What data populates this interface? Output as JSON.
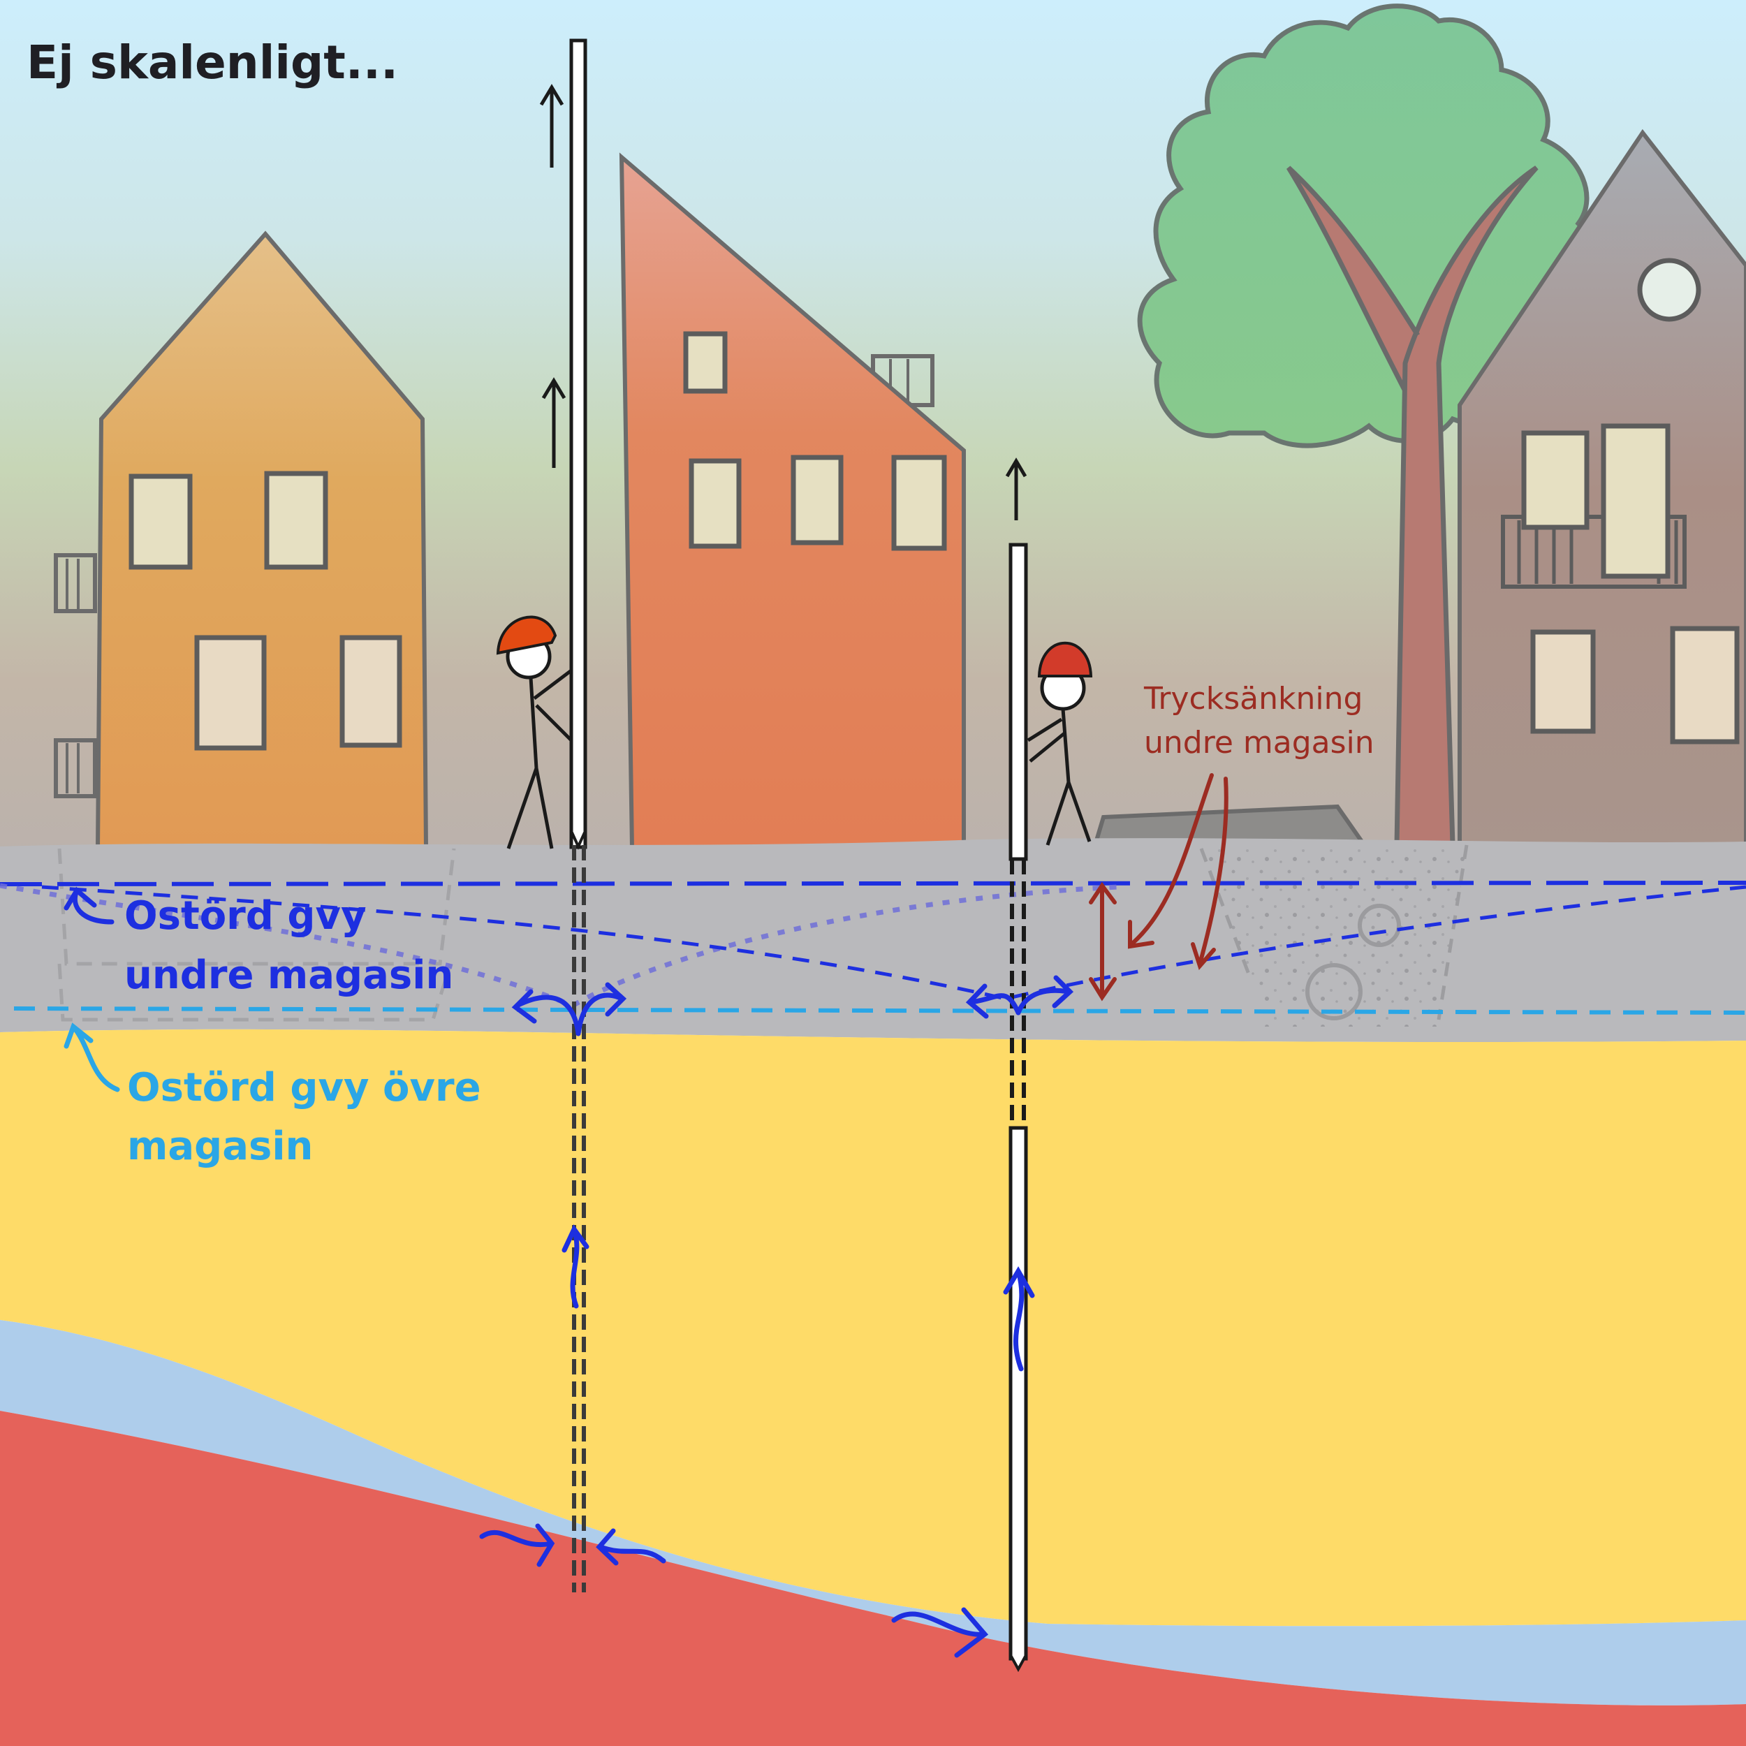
{
  "title": "Ej skalenligt...",
  "labels": {
    "lower_gw_line1": "Ostörd gvy",
    "lower_gw_line2": "undre magasin",
    "upper_gw_line1": "Ostörd gvy övre",
    "upper_gw_line2": "magasin",
    "pressure_line1": "Trycksänkning",
    "pressure_line2": "undre magasin"
  },
  "colors": {
    "sky_top": "#cdeefc",
    "sky_mid": "#c9d9b9",
    "haze": "#b8b2ab",
    "clay": "#b9b9bc",
    "sand": "#fedb68",
    "aquifer": "#aecdeb",
    "bedrock": "#e5625a",
    "lower_gw": "#1d2fe0",
    "upper_gw": "#2aa6e6",
    "pressure": "#9c2c22",
    "tree": "#7fc79a",
    "house_left": "#e3a05a",
    "house_mid": "#e4835a",
    "house_right": "#a99a93",
    "helmet": "#e34a12"
  },
  "icons": [
    "up-arrow-icon",
    "flow-arrow-icon",
    "double-headed-arrow-icon",
    "helmet-icon"
  ]
}
